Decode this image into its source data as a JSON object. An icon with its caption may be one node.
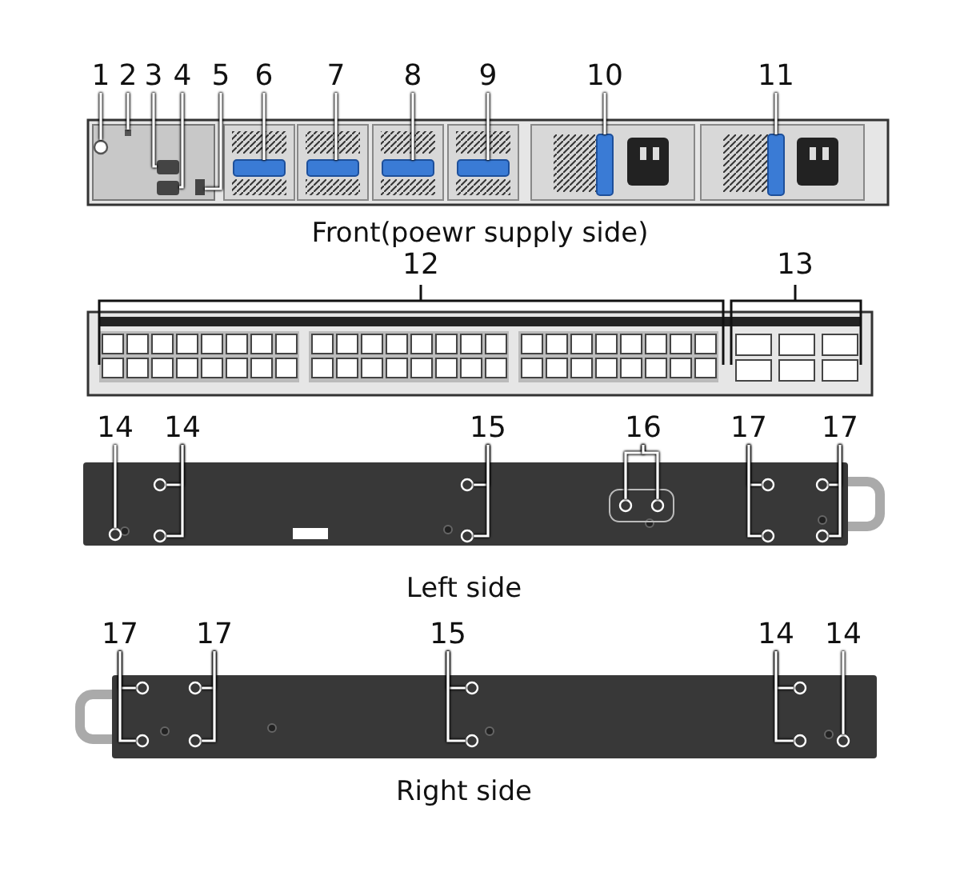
{
  "diagram": {
    "nodes": [
      {
        "text": [
          "1"
        ]
      },
      {
        "text": [
          "2"
        ]
      },
      {
        "text": [
          "3"
        ]
      },
      {
        "text": [
          "4"
        ]
      },
      {
        "text": [
          "5"
        ]
      },
      {
        "text": [
          "6"
        ]
      },
      {
        "text": [
          "7"
        ]
      },
      {
        "text": [
          "8"
        ]
      },
      {
        "text": [
          "9"
        ]
      },
      {
        "text": [
          "10"
        ]
      },
      {
        "text": [
          "11"
        ]
      },
      {
        "text": [
          "14"
        ]
      },
      {
        "text": [
          "14"
        ]
      },
      {
        "text": [
          "15"
        ]
      },
      {
        "text": [
          "16"
        ]
      },
      {
        "text": [
          "17"
        ]
      },
      {
        "text": [
          "17"
        ]
      },
      {
        "text": [
          "17"
        ]
      },
      {
        "text": [
          "17"
        ]
      },
      {
        "text": [
          "15"
        ]
      },
      {
        "text": [
          "14"
        ]
      },
      {
        "text": [
          "14"
        ]
      },
      {
        "text": [],
        "shape": "circle"
      },
      {
        "text": [],
        "shape": "circle"
      },
      {
        "text": [],
        "shape": "circle"
      },
      {
        "text": [],
        "shape": "circle"
      },
      {
        "text": [],
        "shape": "circle"
      },
      {
        "text": [],
        "shape": "circle"
      },
      {
        "text": [],
        "shape": "circle"
      },
      {
        "text": [],
        "shape": "circle"
      },
      {
        "text": [],
        "shape": "circle"
      },
      {
        "text": [],
        "shape": "circle"
      },
      {
        "text": [],
        "shape": "circle"
      },
      {
        "text": [],
        "shape": "circle"
      },
      {
        "text": [],
        "shape": "circle"
      },
      {
        "text": [],
        "shape": "circle"
      },
      {
        "text": [],
        "shape": "circle"
      },
      {
        "text": [],
        "shape": "circle"
      },
      {
        "text": [],
        "shape": "circle"
      },
      {
        "text": [],
        "shape": "circle"
      },
      {
        "text": [],
        "shape": "circle"
      },
      {
        "text": [],
        "shape": "circle"
      },
      {
        "text": [],
        "shape": "circle"
      },
      {
        "text": [],
        "shape": "box"
      },
      {
        "text": [],
        "shape": "box"
      },
      {
        "text": [],
        "shape": "box"
      },
      {
        "text": [],
        "shape": "box"
      },
      {
        "text": [],
        "shape": "box"
      },
      {
        "text": [],
        "shape": "box"
      },
      {
        "text": [],
        "shape": "box"
      },
      {
        "text": [],
        "shape": "box"
      },
      {
        "text": [],
        "shape": "box"
      },
      {
        "text": [],
        "shape": "box"
      }
    ],
    "edges": [
      {
        "from": 0,
        "to": 22,
        "arrow": "none"
      },
      {
        "from": 1,
        "to": 43,
        "arrow": "none"
      },
      {
        "from": 2,
        "to": 44,
        "arrow": "none"
      },
      {
        "from": 3,
        "to": 45,
        "arrow": "none"
      },
      {
        "from": 4,
        "to": 46,
        "arrow": "none"
      },
      {
        "from": 5,
        "to": 47,
        "arrow": "none"
      },
      {
        "from": 6,
        "to": 48,
        "arrow": "none"
      },
      {
        "from": 7,
        "to": 49,
        "arrow": "none"
      },
      {
        "from": 8,
        "to": 50,
        "arrow": "none"
      },
      {
        "from": 9,
        "to": 51,
        "arrow": "none"
      },
      {
        "from": 10,
        "to": 52,
        "arrow": "none"
      },
      {
        "from": 11,
        "to": 23,
        "arrow": "none"
      },
      {
        "from": 12,
        "to": 24,
        "arrow": "none"
      },
      {
        "from": 12,
        "to": 25,
        "arrow": "none"
      },
      {
        "from": 13,
        "to": 26,
        "arrow": "none"
      },
      {
        "from": 13,
        "to": 27,
        "arrow": "none"
      },
      {
        "from": 14,
        "to": 28,
        "arrow": "none"
      },
      {
        "from": 14,
        "to": 29,
        "arrow": "none"
      },
      {
        "from": 15,
        "to": 30,
        "arrow": "none"
      },
      {
        "from": 15,
        "to": 31,
        "arrow": "none"
      },
      {
        "from": 16,
        "to": 32,
        "arrow": "none"
      },
      {
        "from": 16,
        "to": 33,
        "arrow": "none"
      },
      {
        "from": 17,
        "to": 34,
        "arrow": "none"
      },
      {
        "from": 17,
        "to": 35,
        "arrow": "none"
      },
      {
        "from": 18,
        "to": 36,
        "arrow": "none"
      },
      {
        "from": 18,
        "to": 37,
        "arrow": "none"
      },
      {
        "from": 19,
        "to": 38,
        "arrow": "none"
      },
      {
        "from": 19,
        "to": 39,
        "arrow": "none"
      },
      {
        "from": 20,
        "to": 40,
        "arrow": "none"
      },
      {
        "from": 20,
        "to": 41,
        "arrow": "none"
      },
      {
        "from": 21,
        "to": 42,
        "arrow": "none"
      }
    ],
    "labels": [
      "Front(poewr supply side)",
      "12",
      "13",
      "Left side",
      "Right side"
    ]
  }
}
